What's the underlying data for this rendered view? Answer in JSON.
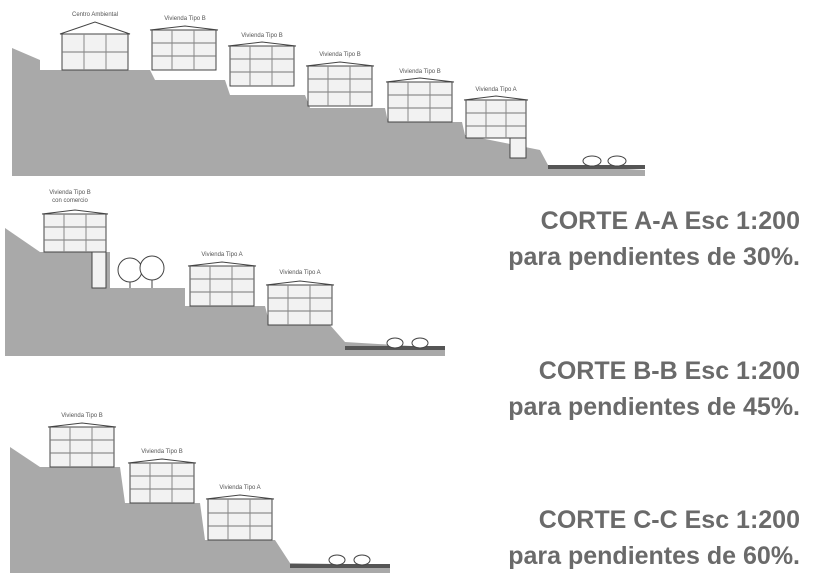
{
  "sections": [
    {
      "buildings": [
        {
          "label": "Centro Ambiental"
        },
        {
          "label": "Vivienda Tipo B"
        },
        {
          "label": "Vivienda Tipo B"
        },
        {
          "label": "Vivienda Tipo B"
        },
        {
          "label": "Vivienda Tipo B"
        },
        {
          "label": "Vivienda Tipo A"
        }
      ],
      "caption_line1": "CORTE A-A  Esc 1:200",
      "caption_line2": "para pendientes de 30%."
    },
    {
      "buildings": [
        {
          "label": "Vivienda Tipo B"
        },
        {
          "label": "Vivienda Tipo A"
        },
        {
          "label": "Vivienda Tipo A"
        }
      ],
      "building_sublabel": "con comercio",
      "caption_line1": "CORTE B-B  Esc 1:200",
      "caption_line2": "para pendientes de 45%."
    },
    {
      "buildings": [
        {
          "label": "Vivienda Tipo B"
        },
        {
          "label": "Vivienda Tipo B"
        },
        {
          "label": "Vivienda Tipo A"
        }
      ],
      "caption_line1": "CORTE C-C  Esc 1:200",
      "caption_line2": "para pendientes de 60%."
    }
  ],
  "colors": {
    "terrain": "#a9a9a9",
    "text": "#6a6a6a",
    "line": "#333333"
  }
}
